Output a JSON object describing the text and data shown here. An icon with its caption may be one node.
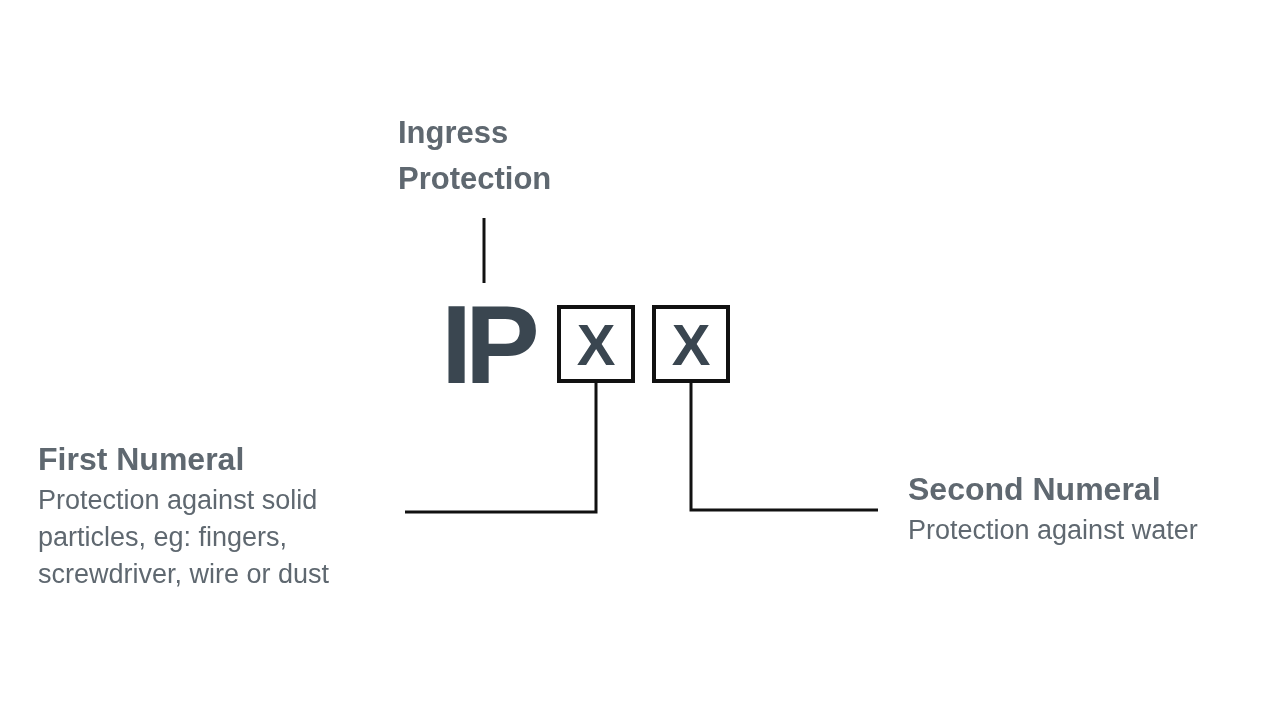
{
  "diagram": {
    "nodes": [
      {
        "text": [
          "Ingress Protection"
        ]
      },
      {
        "text": [
          "IP"
        ]
      },
      {
        "text": [
          "X"
        ]
      },
      {
        "text": [
          "X"
        ]
      },
      {
        "text": [
          "First Numeral",
          "Protection against solid particles, eg: fingers, screwdriver, wire or dust"
        ]
      },
      {
        "text": [
          "Second Numeral",
          "Protection against water"
        ]
      }
    ],
    "edges": [
      {
        "from": 0,
        "to": 1,
        "arrow": "none"
      },
      {
        "from": 4,
        "to": 2,
        "arrow": "none"
      },
      {
        "from": 5,
        "to": 3,
        "arrow": "none"
      }
    ]
  }
}
